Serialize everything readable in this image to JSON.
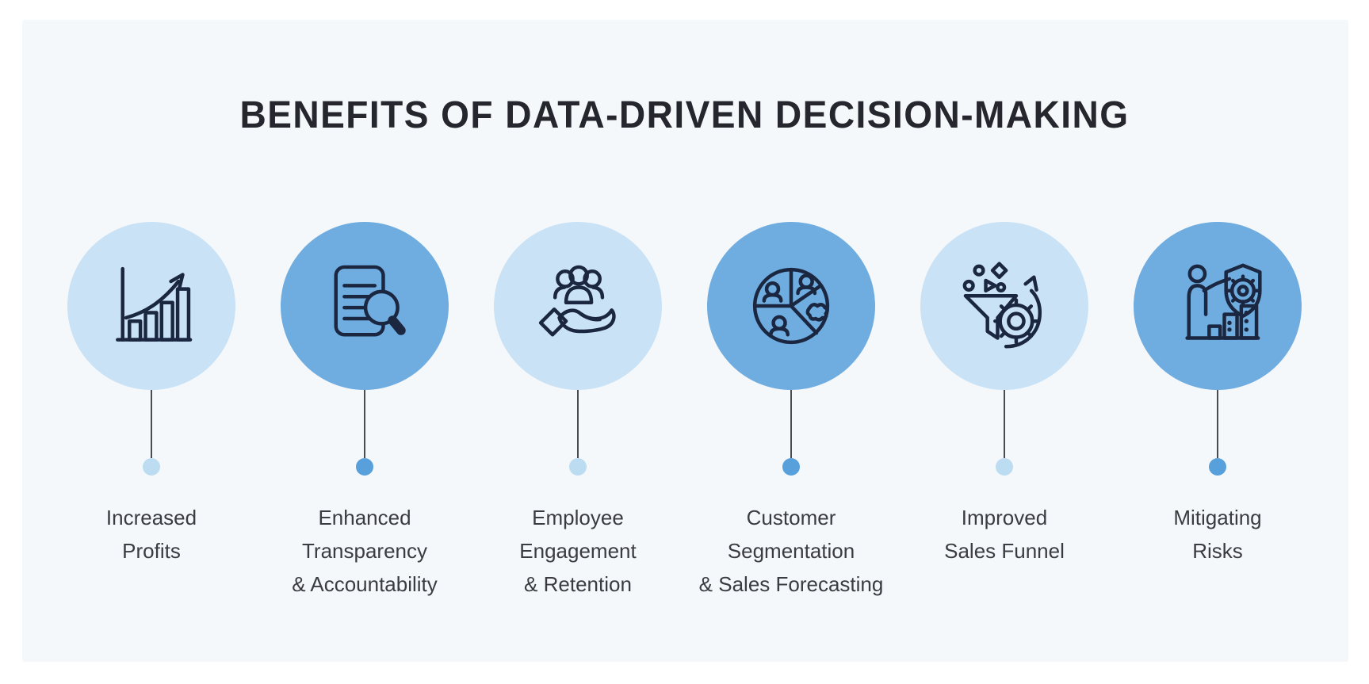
{
  "title": "BENEFITS OF DATA-DRIVEN DECISION-MAKING",
  "colors": {
    "panel_background": "#F4F8FB",
    "circle_light_blue": "#C9E2F6",
    "circle_dark_blue": "#6FACE0",
    "dot_light_blue": "#BCDCF2",
    "dot_dark_blue": "#58A0DC",
    "connector_line": "#4A4A50",
    "icon_stroke": "#1B2740",
    "title_text": "#26262E",
    "label_text": "#3B3B42"
  },
  "items": [
    {
      "icon": "bar-chart-growth-icon",
      "tone": "light",
      "label_lines": [
        "Increased",
        "Profits"
      ]
    },
    {
      "icon": "document-magnifier-icon",
      "tone": "dark",
      "label_lines": [
        "Enhanced",
        "Transparency",
        "& Accountability"
      ]
    },
    {
      "icon": "hand-people-icon",
      "tone": "light",
      "label_lines": [
        "Employee",
        "Engagement",
        "& Retention"
      ]
    },
    {
      "icon": "customer-segments-pie-icon",
      "tone": "dark",
      "label_lines": [
        "Customer",
        "Segmentation",
        "& Sales Forecasting"
      ]
    },
    {
      "icon": "funnel-gear-arrow-icon",
      "tone": "light",
      "label_lines": [
        "Improved",
        "Sales Funnel"
      ]
    },
    {
      "icon": "person-shield-icon",
      "tone": "dark",
      "label_lines": [
        "Mitigating",
        "Risks"
      ]
    }
  ]
}
